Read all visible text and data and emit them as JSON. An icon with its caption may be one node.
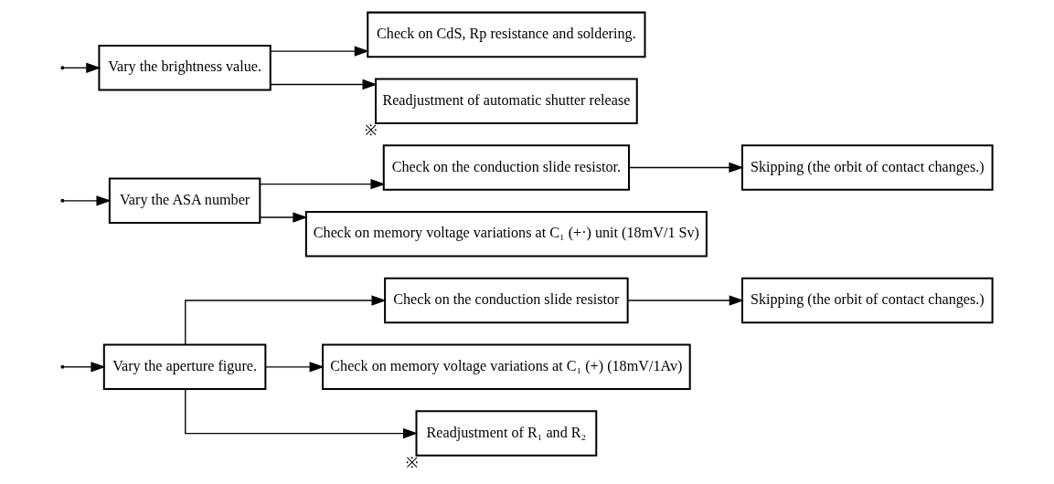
{
  "diagram": {
    "nodes": [
      {
        "text": [
          "Vary the aperture figure."
        ]
      },
      {
        "text": [
          "Check on the conduction slide resistor"
        ]
      },
      {
        "text": [
          "Skipping (the orbit of contact changes.)"
        ]
      },
      {
        "text": [
          "Check on memory voltage variations at C₁ (+) (18mV/1Av)"
        ]
      },
      {
        "text": [
          "Readjustment of R₁ and R₂"
        ],
        "beside": [
          "※"
        ]
      },
      {
        "text": [
          "Vary the ASA number"
        ]
      },
      {
        "text": [
          "Check on the conduction slide resistor."
        ]
      },
      {
        "text": [
          "Skipping (the orbit of contact changes.)"
        ]
      },
      {
        "text": [
          "Check on memory voltage variations at C₁ (+·) unit (18mV/1 Sv)"
        ]
      },
      {
        "text": [
          "Vary the brightness value."
        ]
      },
      {
        "text": [
          "Check on CdS, Rp resistance and soldering."
        ]
      },
      {
        "text": [
          "Readjustment of automatic shutter release"
        ],
        "beside": [
          "※"
        ]
      }
    ],
    "edges": [
      {
        "from": null,
        "to": 0,
        "arrow": "to"
      },
      {
        "from": 0,
        "to": 1,
        "arrow": "to"
      },
      {
        "from": 1,
        "to": 2,
        "arrow": "to"
      },
      {
        "from": 0,
        "to": 3,
        "arrow": "to"
      },
      {
        "from": 0,
        "to": 4,
        "arrow": "to"
      },
      {
        "from": null,
        "to": 5,
        "arrow": "to"
      },
      {
        "from": 5,
        "to": 6,
        "arrow": "to"
      },
      {
        "from": 6,
        "to": 7,
        "arrow": "to"
      },
      {
        "from": 5,
        "to": 8,
        "arrow": "to"
      },
      {
        "from": null,
        "to": 9,
        "arrow": "to"
      },
      {
        "from": 9,
        "to": 10,
        "arrow": "to"
      },
      {
        "from": 9,
        "to": 11,
        "arrow": "to"
      }
    ]
  }
}
